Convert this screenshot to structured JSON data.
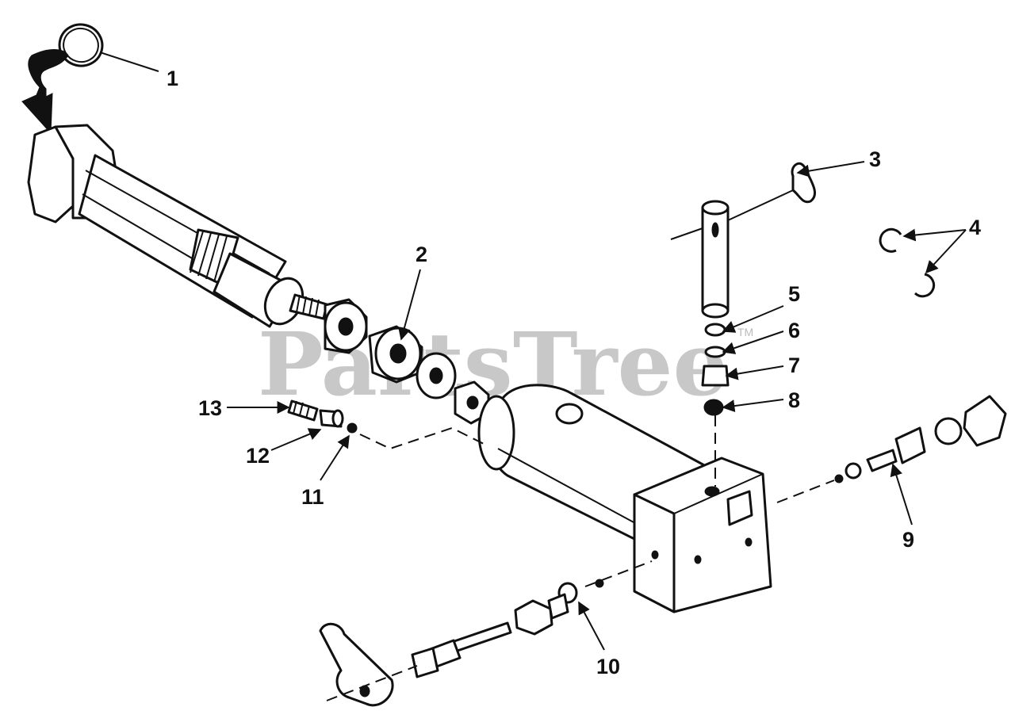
{
  "watermark": {
    "text": "PartsTree",
    "trademark": "TM"
  },
  "callouts": [
    {
      "label": "1"
    },
    {
      "label": "2"
    },
    {
      "label": "3"
    },
    {
      "label": "4"
    },
    {
      "label": "5"
    },
    {
      "label": "6"
    },
    {
      "label": "7"
    },
    {
      "label": "8"
    },
    {
      "label": "9"
    },
    {
      "label": "10"
    },
    {
      "label": "11"
    },
    {
      "label": "12"
    },
    {
      "label": "13"
    }
  ]
}
